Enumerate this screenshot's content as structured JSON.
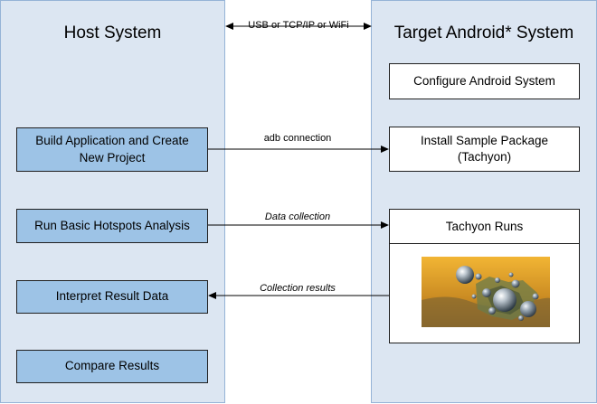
{
  "top_connection": {
    "label": "USB or TCP/IP or WiFi"
  },
  "host": {
    "title": "Host System",
    "steps": [
      {
        "label": "Build Application and Create New Project"
      },
      {
        "label": "Run Basic Hotspots Analysis"
      },
      {
        "label": "Interpret Result Data"
      },
      {
        "label": "Compare Results"
      }
    ]
  },
  "target": {
    "title": "Target Android* System",
    "steps": [
      {
        "label": "Configure Android System"
      },
      {
        "label": "Install Sample Package (Tachyon)"
      },
      {
        "label": "Tachyon Runs"
      }
    ]
  },
  "connections": [
    {
      "label": "adb connection"
    },
    {
      "label": "Data collection"
    },
    {
      "label": "Collection results"
    }
  ]
}
